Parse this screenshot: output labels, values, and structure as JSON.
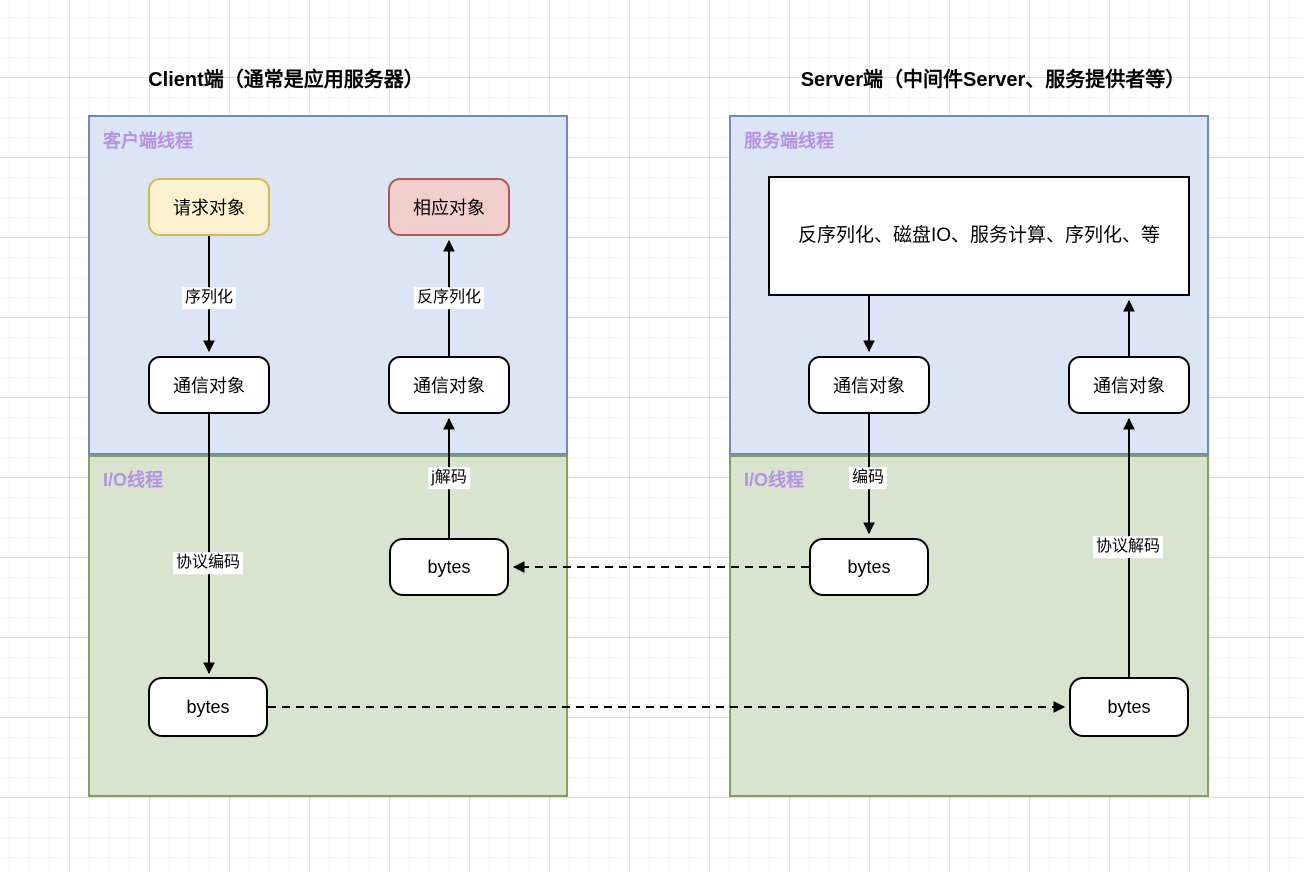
{
  "titles": {
    "client": "Client端（通常是应用服务器）",
    "server": "Server端（中间件Server、服务提供者等）"
  },
  "client": {
    "thread_label": "客户端线程",
    "io_label": "I/O线程",
    "request_box": "请求对象",
    "response_box": "相应对象",
    "comm_box_top_left": "通信对象",
    "comm_box_top_right": "通信对象",
    "bytes_mid": "bytes",
    "bytes_bottom": "bytes",
    "labels": {
      "serialize": "序列化",
      "deserialize": "反序列化",
      "decode": "j解码",
      "protocol_encode": "协议编码"
    }
  },
  "server": {
    "thread_label": "服务端线程",
    "io_label": "I/O线程",
    "process_box": "反序列化、磁盘IO、服务计算、序列化、等",
    "comm_box_left": "通信对象",
    "comm_box_right": "通信对象",
    "bytes_mid": "bytes",
    "bytes_bottom": "bytes",
    "labels": {
      "encode": "编码",
      "protocol_decode": "协议解码"
    }
  },
  "colors": {
    "thread_panel_fill": "#dbe5f6",
    "thread_panel_border": "#7089bd",
    "io_panel_fill": "#d8e4d0",
    "io_panel_border": "#85a05c",
    "panel_label_text": "#b591e0",
    "request_fill": "#fcf2cf",
    "request_border": "#d6b656",
    "response_fill": "#f2cecd",
    "response_border": "#ac5a55",
    "connector": "#000000"
  }
}
